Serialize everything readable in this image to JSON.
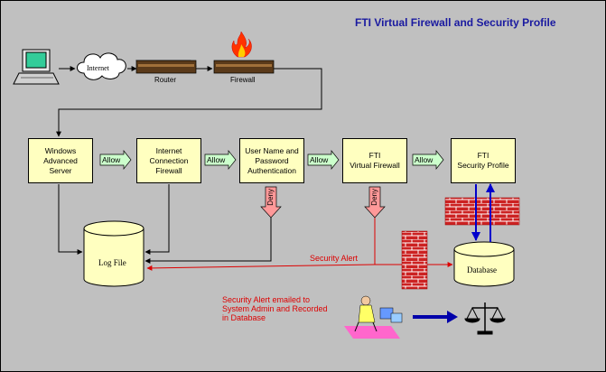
{
  "title": "FTI Virtual Firewall and Security Profile",
  "top_row": {
    "internet_label": "Internet",
    "router_label": "Router",
    "firewall_label": "Firewall"
  },
  "boxes": [
    {
      "id": "windows",
      "label": "Windows\nAdvanced\nServer"
    },
    {
      "id": "icf",
      "label": "Internet\nConnection\nFirewall"
    },
    {
      "id": "auth",
      "label": "User Name and\nPassword\nAuthentication"
    },
    {
      "id": "vfw",
      "label": "FTI\nVirtual Firewall"
    },
    {
      "id": "profile",
      "label": "FTI\nSecurity Profile"
    }
  ],
  "allow_labels": [
    "Allow",
    "Allow",
    "Allow",
    "Allow"
  ],
  "deny_labels": [
    "Deny",
    "Deny"
  ],
  "log_file_label": "Log File",
  "database_label": "Database",
  "security_alert": "Security Alert",
  "alert_note": "Security Alert emailed to\nSystem Admin and Recorded\nin Database",
  "colors": {
    "background": "#c0c0c0",
    "box_fill": "#ffffc0",
    "allow_fill": "#ccffcc",
    "deny_fill": "#ff9999",
    "alert": "#dd0000",
    "title": "#1a1aa0",
    "brick": "#cc2222",
    "db_link": "#0000cc"
  },
  "icons": [
    "laptop-icon",
    "internet-cloud-icon",
    "router-icon",
    "firewall-flame-icon",
    "brick-wall-icon",
    "person-at-computer-icon",
    "scales-of-justice-icon"
  ]
}
